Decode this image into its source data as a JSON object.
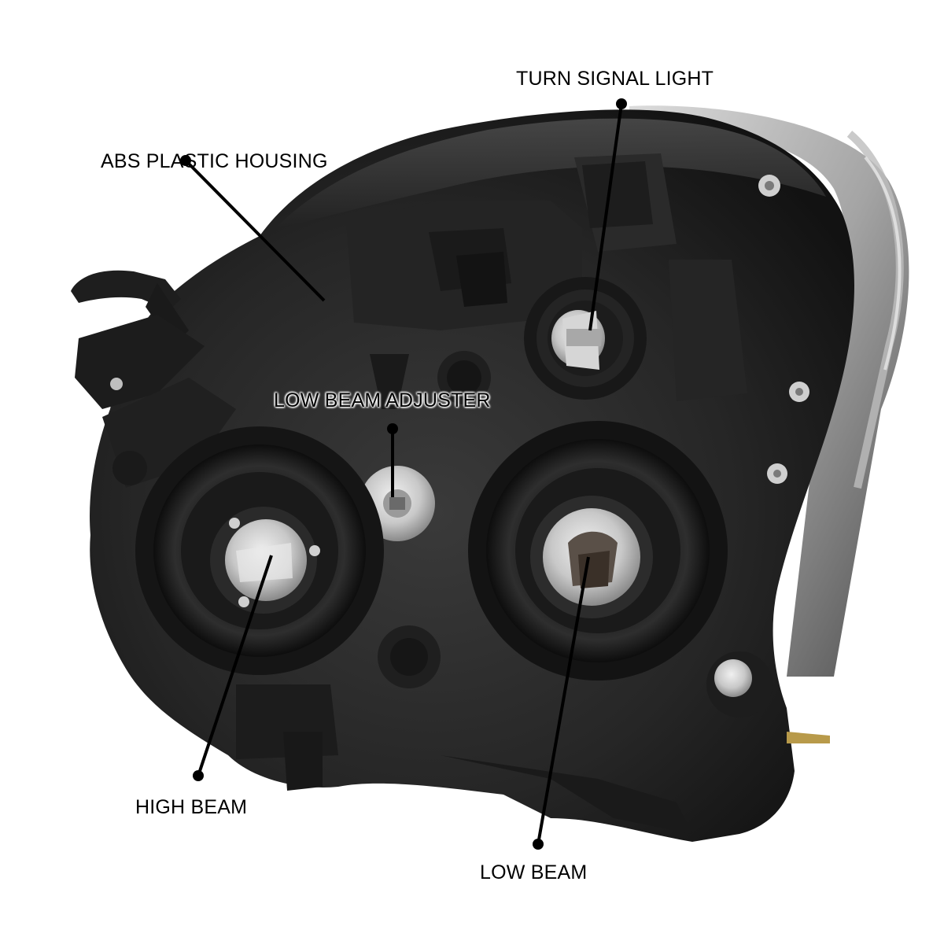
{
  "callouts": [
    {
      "id": "turn-signal-light",
      "label": "TURN SIGNAL LIGHT"
    },
    {
      "id": "abs-plastic-housing",
      "label": "ABS PLASTIC HOUSING"
    },
    {
      "id": "low-beam-adjuster",
      "label": "LOW BEAM ADJUSTER"
    },
    {
      "id": "high-beam",
      "label": "HIGH BEAM"
    },
    {
      "id": "low-beam",
      "label": "LOW BEAM"
    }
  ],
  "colors": {
    "background": "#ffffff",
    "housing": "#2b2b2b",
    "housing_dark": "#161616",
    "callout": "#000000"
  }
}
